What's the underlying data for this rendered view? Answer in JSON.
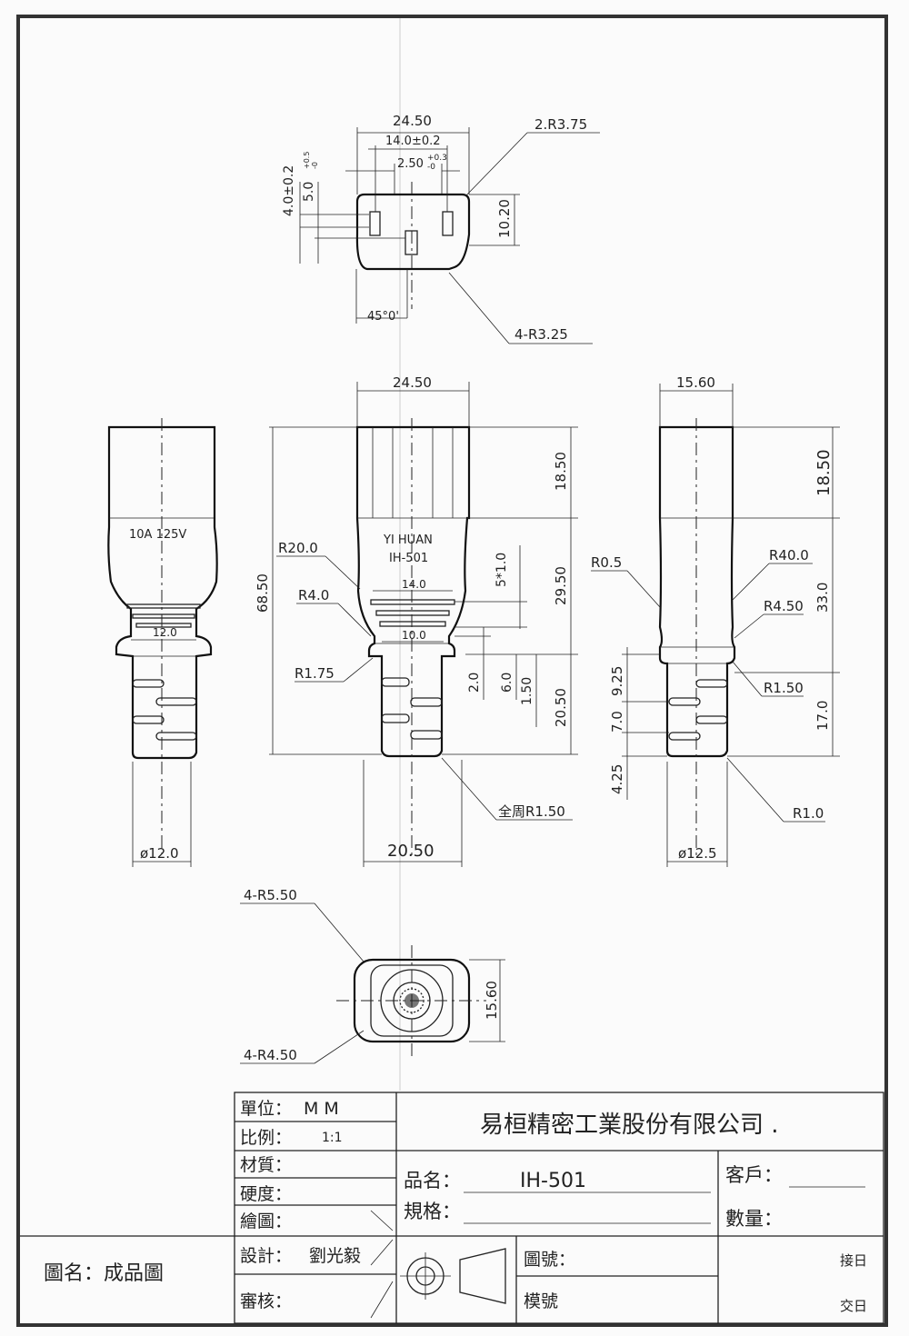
{
  "top_view": {
    "dim_width": "24.50",
    "dim_inner": "14.0±0.2",
    "dim_slot": "2.50",
    "dim_slot_tol_up": "+0.3",
    "dim_slot_tol_dn": "-0",
    "dim_left_a": "4.0±0.2",
    "dim_left_b": "5.0",
    "dim_left_b_tol_up": "+0.5",
    "dim_left_b_tol_dn": "-0",
    "dim_height": "10.20",
    "radius_top": "2.R3.75",
    "radius_bottom": "4-R3.25",
    "angle": "45°0'"
  },
  "left_view": {
    "rating": "10A 125V",
    "dim_inner": "12.0",
    "dim_dia": "ø12.0"
  },
  "front_view": {
    "dim_width": "24.50",
    "brand": "YI HUAN",
    "model": "IH-501",
    "r_large": "R20.0",
    "r_mid": "R4.0",
    "r_small": "R1.75",
    "dim_total": "68.50",
    "dim_top": "18.50",
    "dim_mid": "29.50",
    "dim_bottom": "20.50",
    "dim_rib": "5*1.0",
    "dim_upper_rib": "14.0",
    "dim_lower_rib": "10.0",
    "dim_v1": "2.0",
    "dim_v2": "6.0",
    "dim_v3": "1.50",
    "radius_all": "全周R1.50",
    "dim_base": "20.50"
  },
  "side_view": {
    "dim_width": "15.60",
    "dim_top": "18.50",
    "dim_mid": "33.0",
    "dim_bottom": "17.0",
    "r_a": "R0.5",
    "r_b": "R40.0",
    "r_c": "R4.50",
    "r_d": "R1.50",
    "r_e": "R1.0",
    "dim_925": "9.25",
    "dim_70": "7.0",
    "dim_425": "4.25",
    "dim_dia": "ø12.5"
  },
  "bottom_view": {
    "r_outer": "4-R5.50",
    "r_inner": "4-R4.50",
    "dim_height": "15.60"
  },
  "title_block": {
    "unit_label": "單位：",
    "unit_value": "M   M",
    "scale_label": "比例：",
    "scale_value": "1:1",
    "material_label": "材質：",
    "hardness_label": "硬度：",
    "drawing_label": "繪圖：",
    "design_label": "設計：",
    "design_value": "劉光毅",
    "review_label": "審核：",
    "company": "易桓精密工業股份有限公司 .",
    "product_label": "品名：",
    "product_value": "IH-501",
    "spec_label": "規格：",
    "customer_label": "客戶：",
    "quantity_label": "數量：",
    "drawing_no_label": "圖號：",
    "mold_no_label": "模號",
    "receive_label": "接日",
    "deliver_label": "交日",
    "drawing_name": "圖名：成品圖"
  }
}
